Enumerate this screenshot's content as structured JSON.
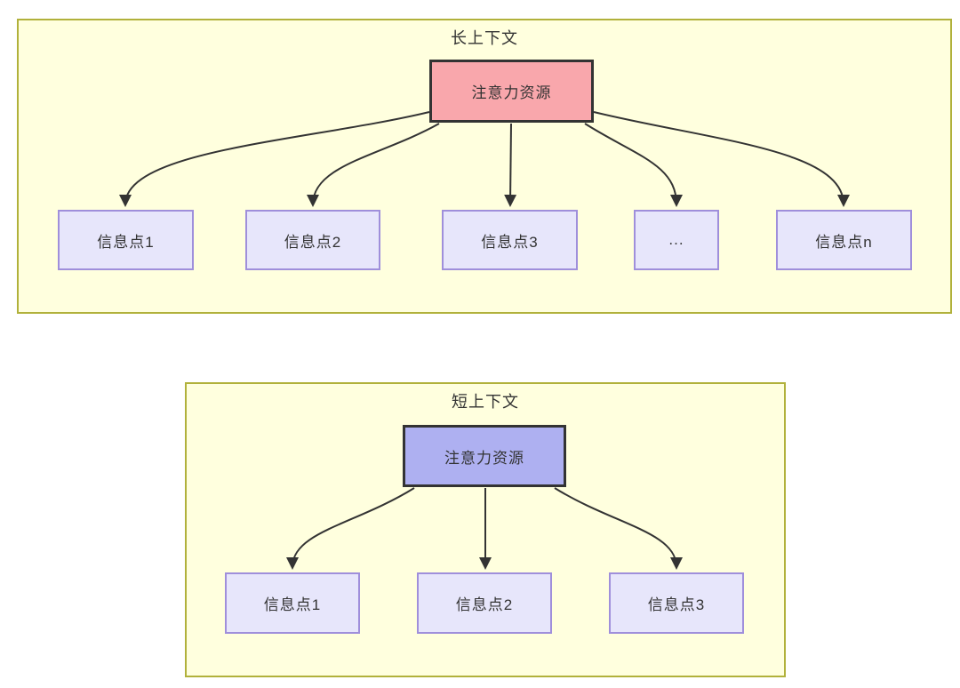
{
  "diagram": {
    "panels": [
      {
        "id": "long-context",
        "title": "长上下文",
        "source": {
          "label": "注意力资源",
          "fill": "#F9A7AC"
        },
        "targets": [
          {
            "label": "信息点1"
          },
          {
            "label": "信息点2"
          },
          {
            "label": "信息点3"
          },
          {
            "label": "..."
          },
          {
            "label": "信息点n"
          }
        ]
      },
      {
        "id": "short-context",
        "title": "短上下文",
        "source": {
          "label": "注意力资源",
          "fill": "#AEB0F1"
        },
        "targets": [
          {
            "label": "信息点1"
          },
          {
            "label": "信息点2"
          },
          {
            "label": "信息点3"
          }
        ]
      }
    ],
    "colors": {
      "panel_background": "#FFFFDE",
      "panel_border": "#B1B13B",
      "long_context_source_fill": "#F9A7AC",
      "short_context_source_fill": "#AEB0F1",
      "source_border": "#333333",
      "info_fill": "#E7E6FB",
      "info_border": "#9F8FDB",
      "arrow_color": "#333333",
      "text_color": "#333333"
    }
  }
}
